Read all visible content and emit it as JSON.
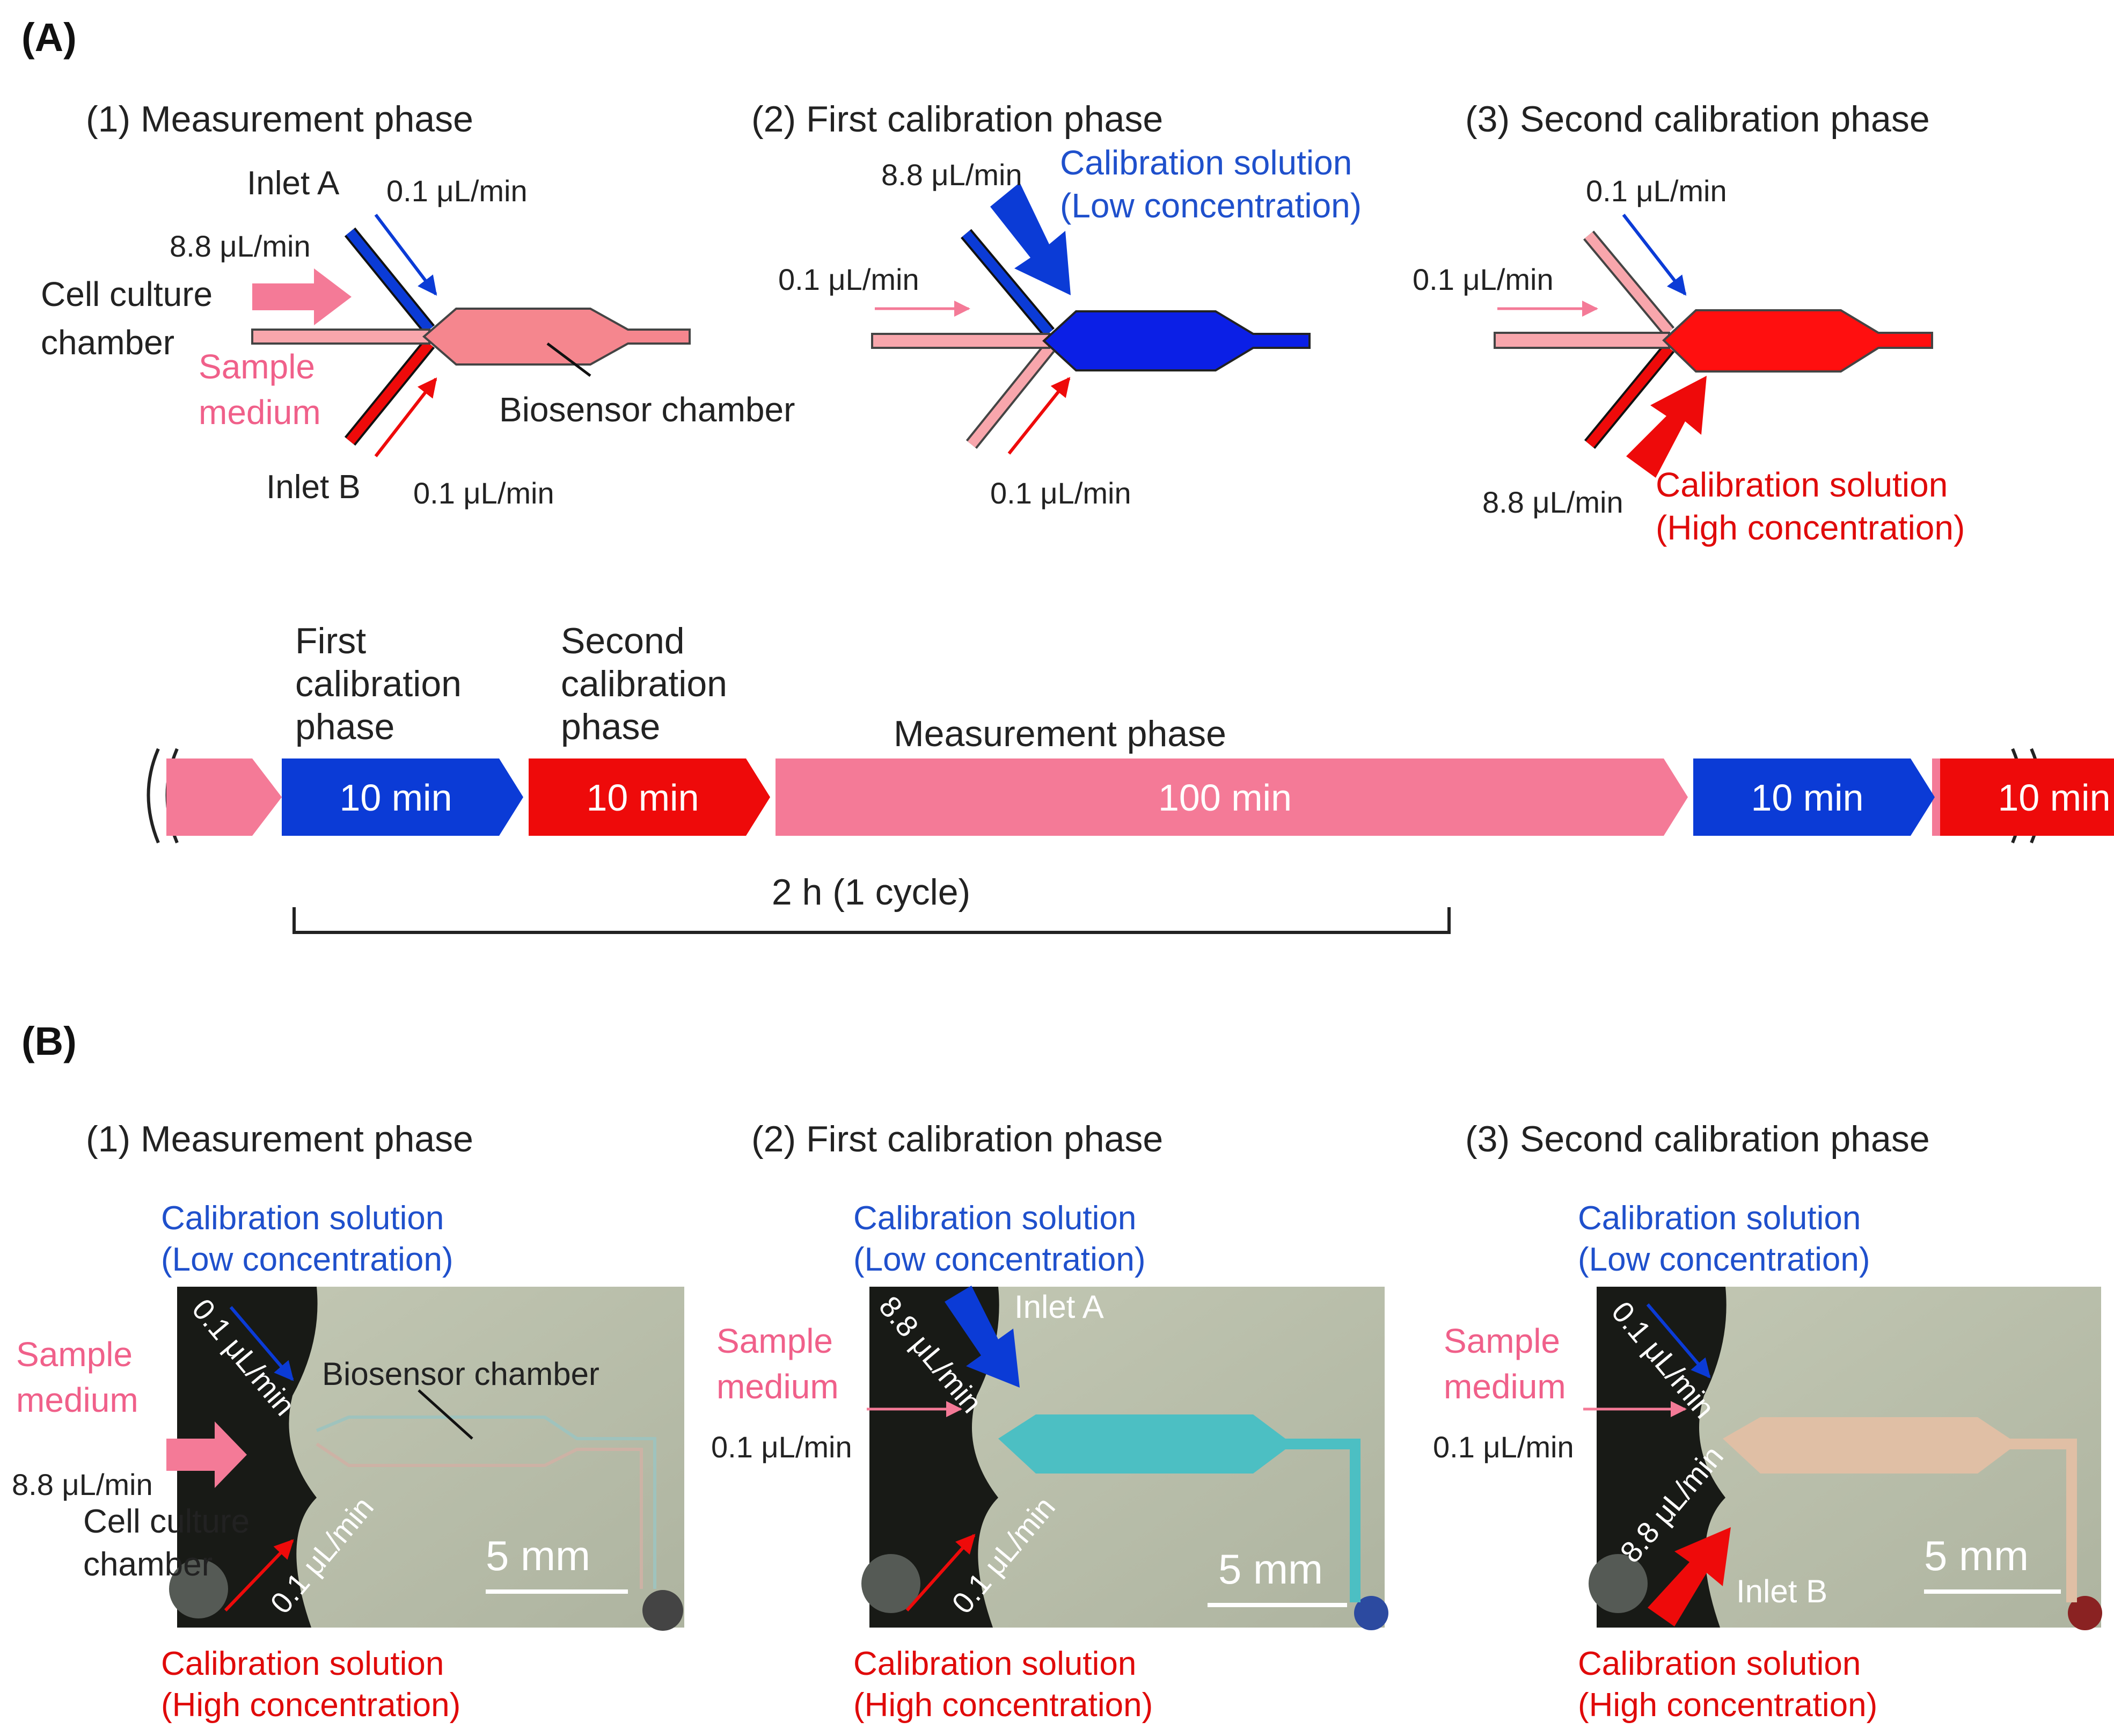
{
  "panel_a": {
    "label": "(A)",
    "phase1": {
      "title": "(1) Measurement phase",
      "inlet_a": "Inlet A",
      "inlet_b": "Inlet B",
      "flow_a": "0.1 μL/min",
      "flow_main": "8.8 μL/min",
      "flow_b": "0.1 μL/min",
      "cell_culture_line1": "Cell culture",
      "cell_culture_line2": "chamber",
      "sample_line1": "Sample",
      "sample_line2": "medium",
      "biosensor": "Biosensor chamber"
    },
    "phase2": {
      "title": "(2) First calibration phase",
      "flow_a": "8.8 μL/min",
      "flow_main": "0.1 μL/min",
      "flow_b": "0.1 μL/min",
      "cal_line1": "Calibration solution",
      "cal_line2": "(Low concentration)"
    },
    "phase3": {
      "title": "(3) Second calibration phase",
      "flow_a": "0.1 μL/min",
      "flow_main": "0.1 μL/min",
      "flow_b": "8.8 μL/min",
      "cal_line1": "Calibration solution",
      "cal_line2": "(High concentration)"
    },
    "timeline": {
      "first_cal_line1": "First",
      "first_cal_line2": "calibration",
      "first_cal_line3": "phase",
      "second_cal_line1": "Second",
      "second_cal_line2": "calibration",
      "second_cal_line3": "phase",
      "measurement": "Measurement phase",
      "segments": [
        {
          "label": "10 min",
          "phase": "first-calibration",
          "minutes": 10
        },
        {
          "label": "10 min",
          "phase": "second-calibration",
          "minutes": 10
        },
        {
          "label": "100 min",
          "phase": "measurement",
          "minutes": 100
        },
        {
          "label": "10 min",
          "phase": "first-calibration",
          "minutes": 10
        },
        {
          "label": "10 min",
          "phase": "second-calibration",
          "minutes": 10
        }
      ],
      "cycle": "2 h (1 cycle)"
    }
  },
  "panel_b": {
    "label": "(B)",
    "phase1": {
      "title": "(1) Measurement phase",
      "cal_low_line1": "Calibration solution",
      "cal_low_line2": "(Low concentration)",
      "cal_high_line1": "Calibration solution",
      "cal_high_line2": "(High concentration)",
      "sample_line1": "Sample",
      "sample_line2": "medium",
      "flow_main": "8.8 μL/min",
      "cell_line1": "Cell culture",
      "cell_line2": "chamber",
      "flow_a": "0.1 μL/min",
      "flow_b": "0.1 μL/min",
      "biosensor": "Biosensor chamber",
      "scale": "5 mm"
    },
    "phase2": {
      "title": "(2) First calibration phase",
      "cal_low_line1": "Calibration solution",
      "cal_low_line2": "(Low concentration)",
      "cal_high_line1": "Calibration solution",
      "cal_high_line2": "(High concentration)",
      "sample_line1": "Sample",
      "sample_line2": "medium",
      "flow_main": "0.1 μL/min",
      "flow_a": "8.8 μL/min",
      "flow_b": "0.1 μL/min",
      "inlet_a": "Inlet A",
      "scale": "5 mm"
    },
    "phase3": {
      "title": "(3) Second calibration phase",
      "cal_low_line1": "Calibration solution",
      "cal_low_line2": "(Low concentration)",
      "cal_high_line1": "Calibration solution",
      "cal_high_line2": "(High concentration)",
      "sample_line1": "Sample",
      "sample_line2": "medium",
      "flow_main": "0.1 μL/min",
      "flow_a": "0.1 μL/min",
      "flow_b": "8.8 μL/min",
      "inlet_b": "Inlet B",
      "scale": "5 mm"
    }
  },
  "colors": {
    "pink": "#f47a97",
    "pink_light": "#f8a6ac",
    "blue": "#0b3bd6",
    "red": "#ee0a0a",
    "text_blue": "#1f50cc",
    "text_red": "#e00a0a",
    "text_pink": "#f0608a"
  }
}
